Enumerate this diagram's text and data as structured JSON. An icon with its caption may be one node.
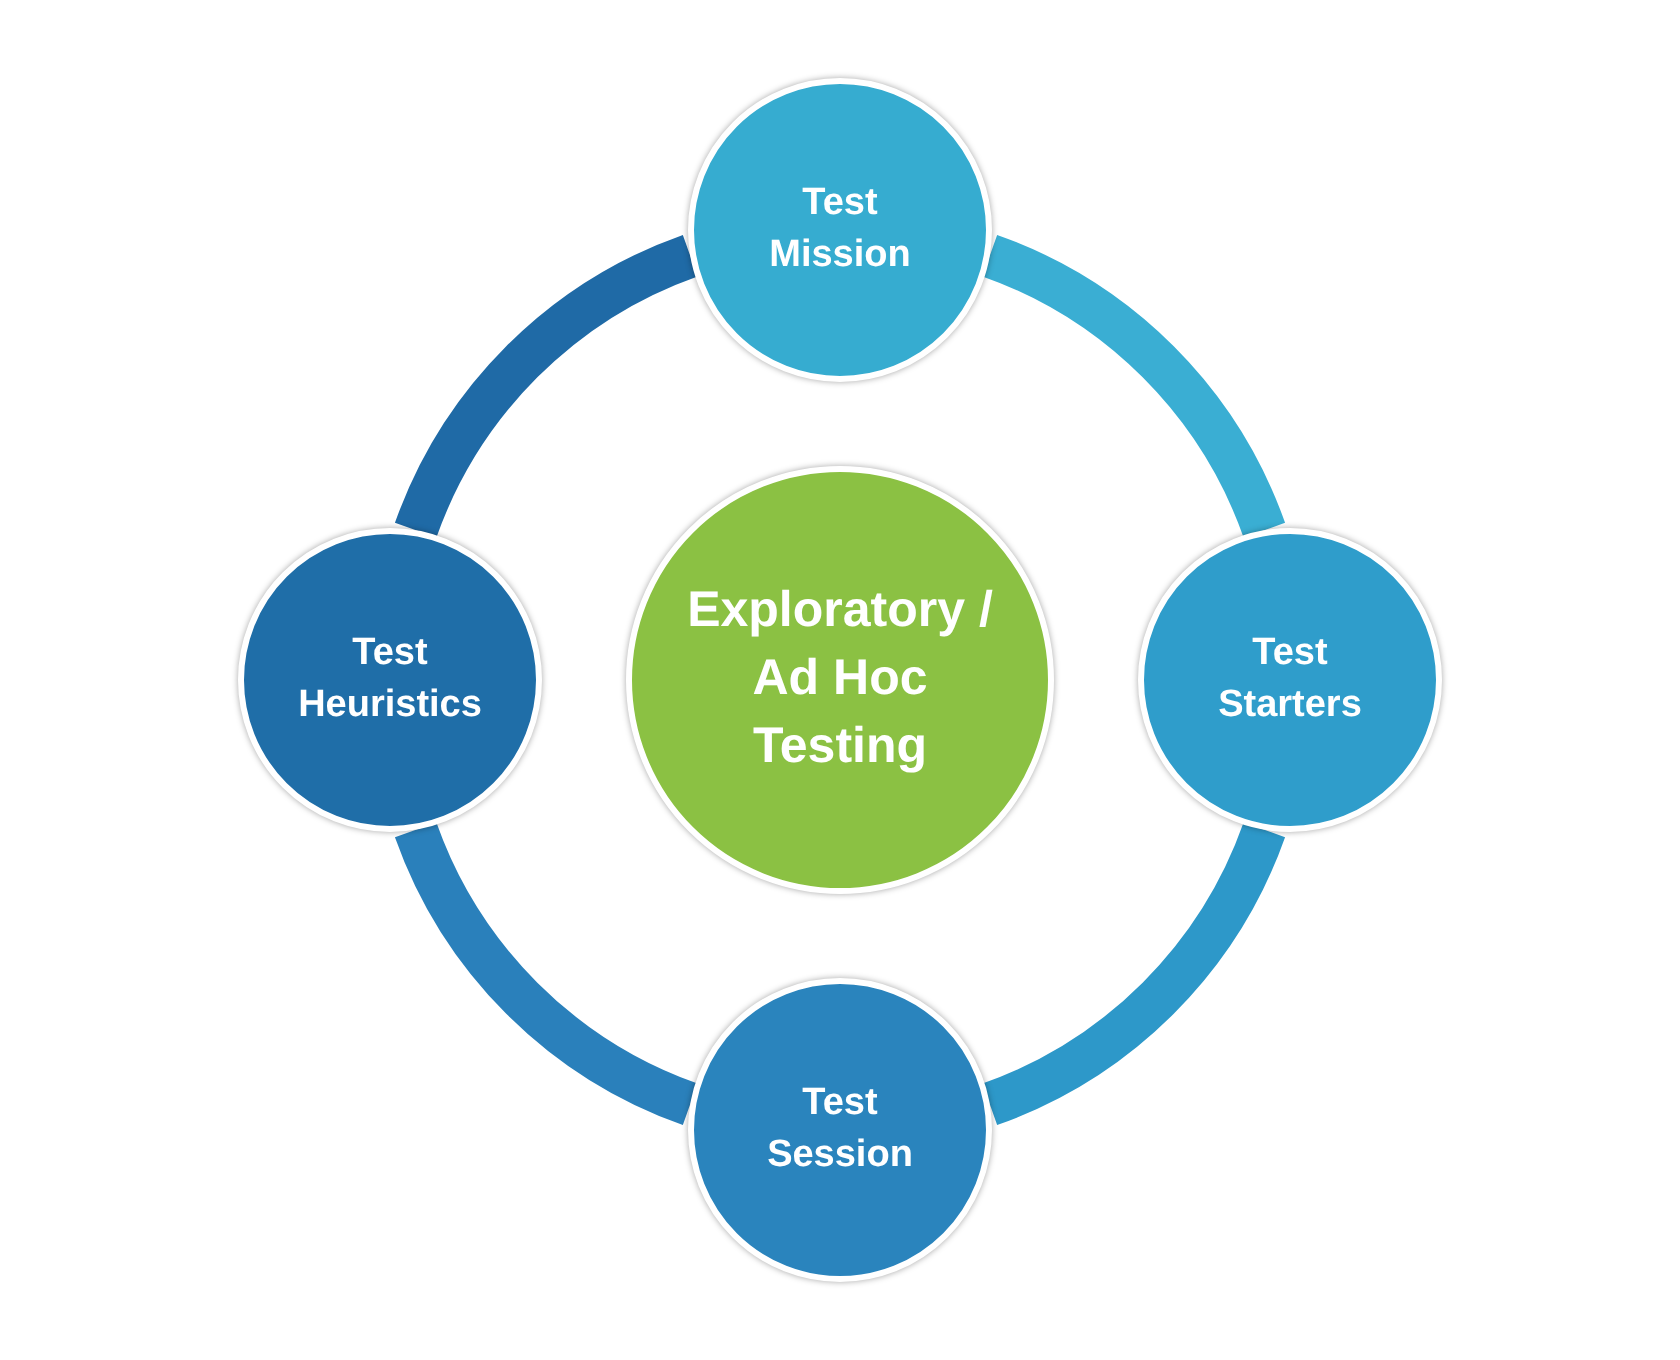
{
  "diagram": {
    "nodes": [
      {
        "text": [
          "Test Mission"
        ]
      },
      {
        "text": [
          "Test Heuristics"
        ]
      },
      {
        "text": [
          "Exploratory / Ad Hoc Testing"
        ]
      },
      {
        "text": [
          "Test Starters"
        ]
      },
      {
        "text": [
          "Test Session"
        ]
      }
    ],
    "edges": [
      {
        "from": 0,
        "to": 3,
        "arrow": "none",
        "color": "#3aaed3"
      },
      {
        "from": 3,
        "to": 4,
        "arrow": "none",
        "color": "#2d98c9"
      },
      {
        "from": 4,
        "to": 1,
        "arrow": "none",
        "color": "#2a80bb"
      },
      {
        "from": 1,
        "to": 0,
        "arrow": "none",
        "color": "#1f6aa6"
      }
    ]
  }
}
